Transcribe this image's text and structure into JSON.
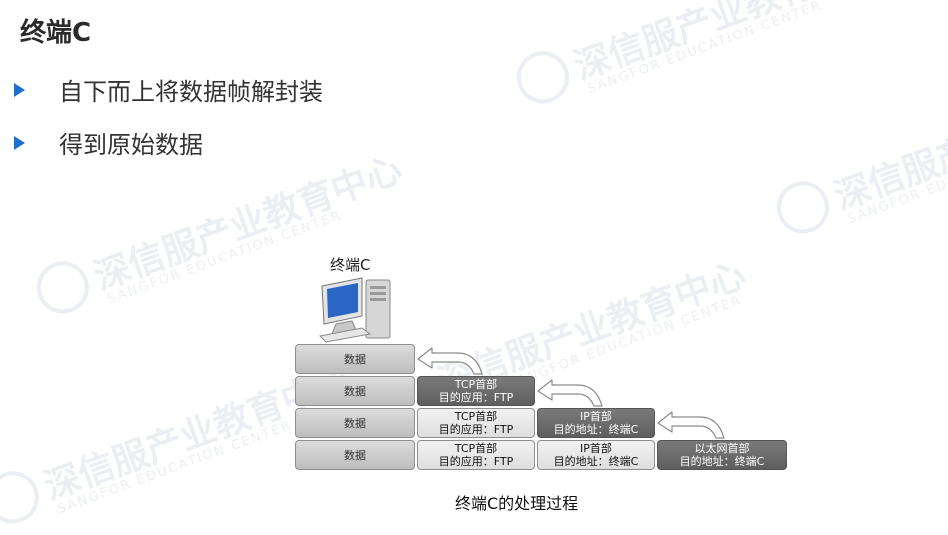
{
  "title": "终端C",
  "bullets": [
    "自下而上将数据帧解封装",
    "得到原始数据"
  ],
  "watermark": {
    "cn": "深信服产业教育中心",
    "en": "SANGFOR EDUCATION CENTER"
  },
  "diagram": {
    "pc_label": "终端C",
    "data_label": "数据",
    "tcp": {
      "line1": "TCP首部",
      "line2": "目的应用：FTP"
    },
    "ip": {
      "line1": "IP首部",
      "line2": "目的地址：终端C"
    },
    "eth": {
      "line1": "以太网首部",
      "line2": "目的地址：终端C"
    },
    "caption": "终端C的处理过程"
  },
  "colors": {
    "accent": "#1d6fd0",
    "dark_header": "#666666",
    "light_header": "#e8e8e8",
    "data_cell": "#cccccc"
  }
}
